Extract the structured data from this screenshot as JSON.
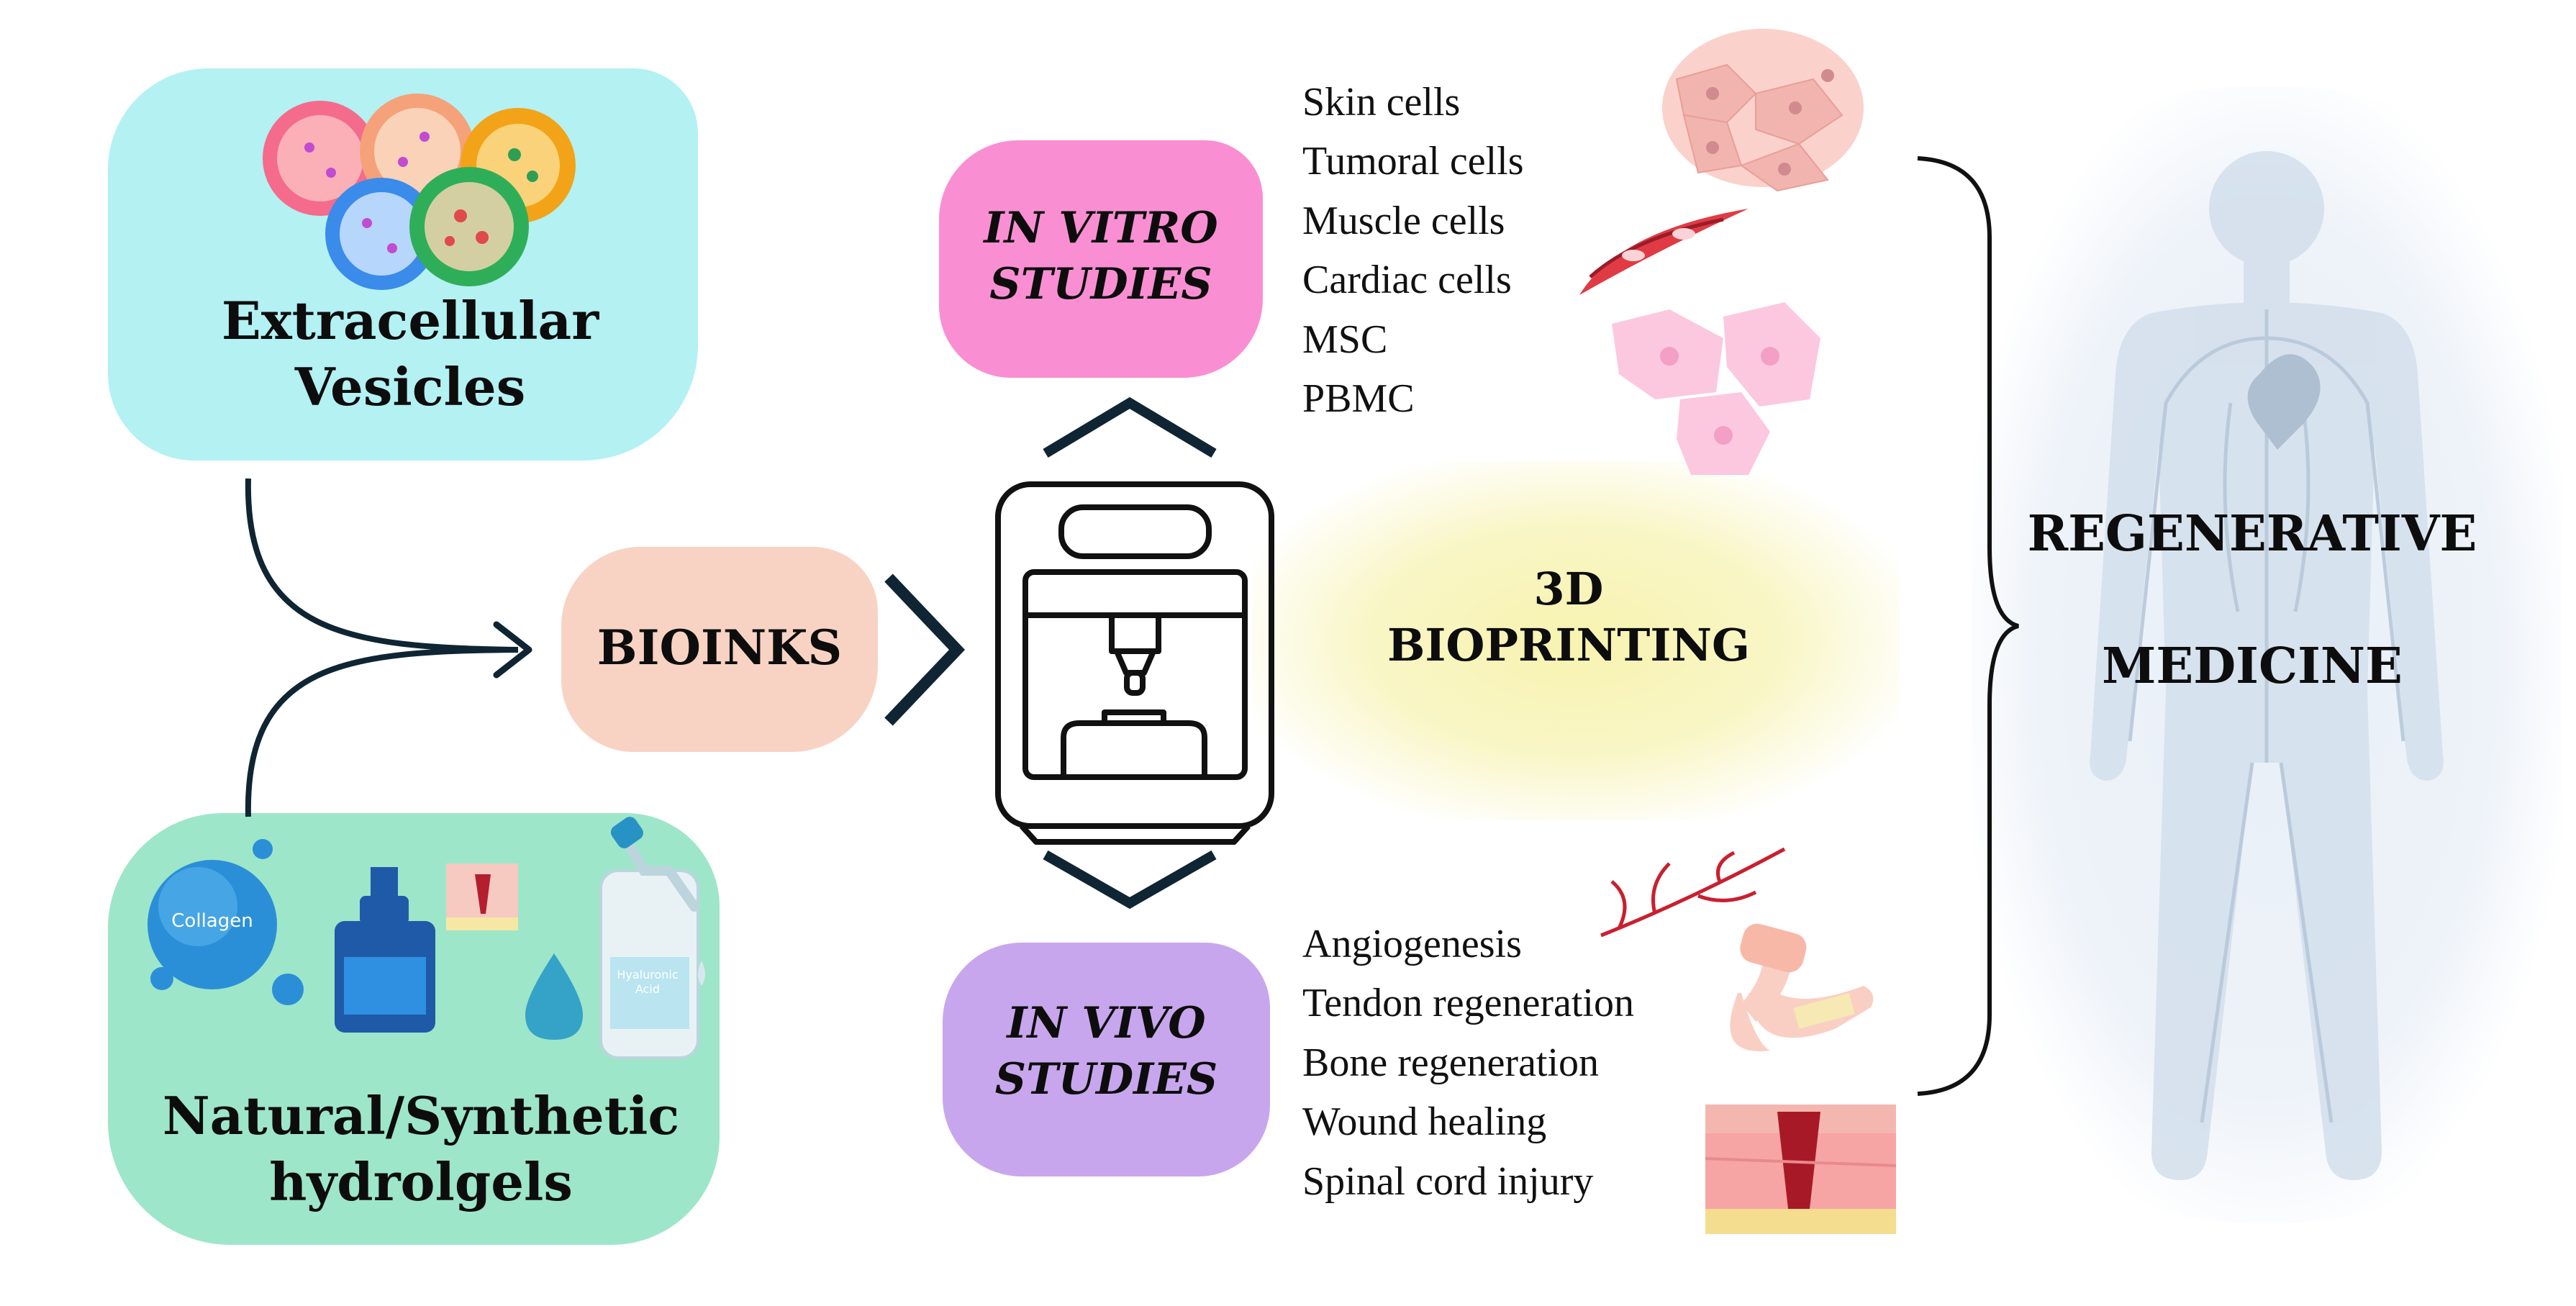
{
  "vesicles": {
    "line1": "Extracellular",
    "line2": "Vesicles"
  },
  "hydrogels": {
    "line1": "Natural/Synthetic",
    "line2": "hydrolgels"
  },
  "bioinks": {
    "label": "BIOINKS"
  },
  "bioprinting": {
    "line1": "3D",
    "line2": "BIOPRINTING"
  },
  "in_vitro": {
    "line1": "IN VITRO",
    "line2": "STUDIES",
    "items": [
      "Skin cells",
      "Tumoral cells",
      "Muscle cells",
      "Cardiac cells",
      "MSC",
      "PBMC"
    ]
  },
  "in_vivo": {
    "line1": "IN VIVO",
    "line2": "STUDIES",
    "items": [
      "Angiogenesis",
      "Tendon regeneration",
      "Bone regeneration",
      "Wound healing",
      "Spinal cord injury"
    ]
  },
  "regenerative": {
    "line1": "REGENERATIVE",
    "line2": "MEDICINE"
  },
  "icons": {
    "collagen_label": "Collagen",
    "hyaluronic_line1": "Hyaluronic",
    "hyaluronic_line2": "Acid"
  },
  "colors": {
    "vesicles_bg": "#b3f1f3",
    "hydrogels_bg": "#9de6c9",
    "bioinks_bg": "#f8d3c3",
    "in_vitro_bg": "#f98fd2",
    "in_vivo_bg": "#c8a6ee",
    "bioprinting_glow": "#f7f3b0",
    "arrow": "#0f2533"
  }
}
